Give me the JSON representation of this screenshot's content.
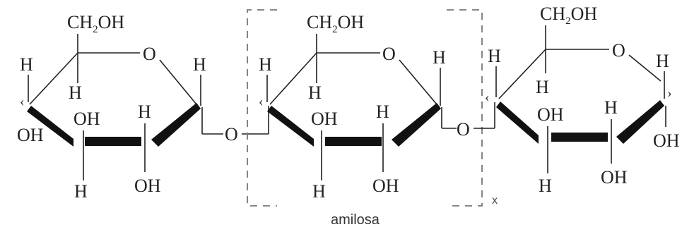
{
  "caption": "amilosa",
  "repeat_mark": "x",
  "labels": {
    "ch2": "CH",
    "sub2": "2",
    "oh_tail": "OH",
    "o": "O",
    "h": "H",
    "oh": "OH",
    "lt": "‹",
    "gt": "›"
  }
}
